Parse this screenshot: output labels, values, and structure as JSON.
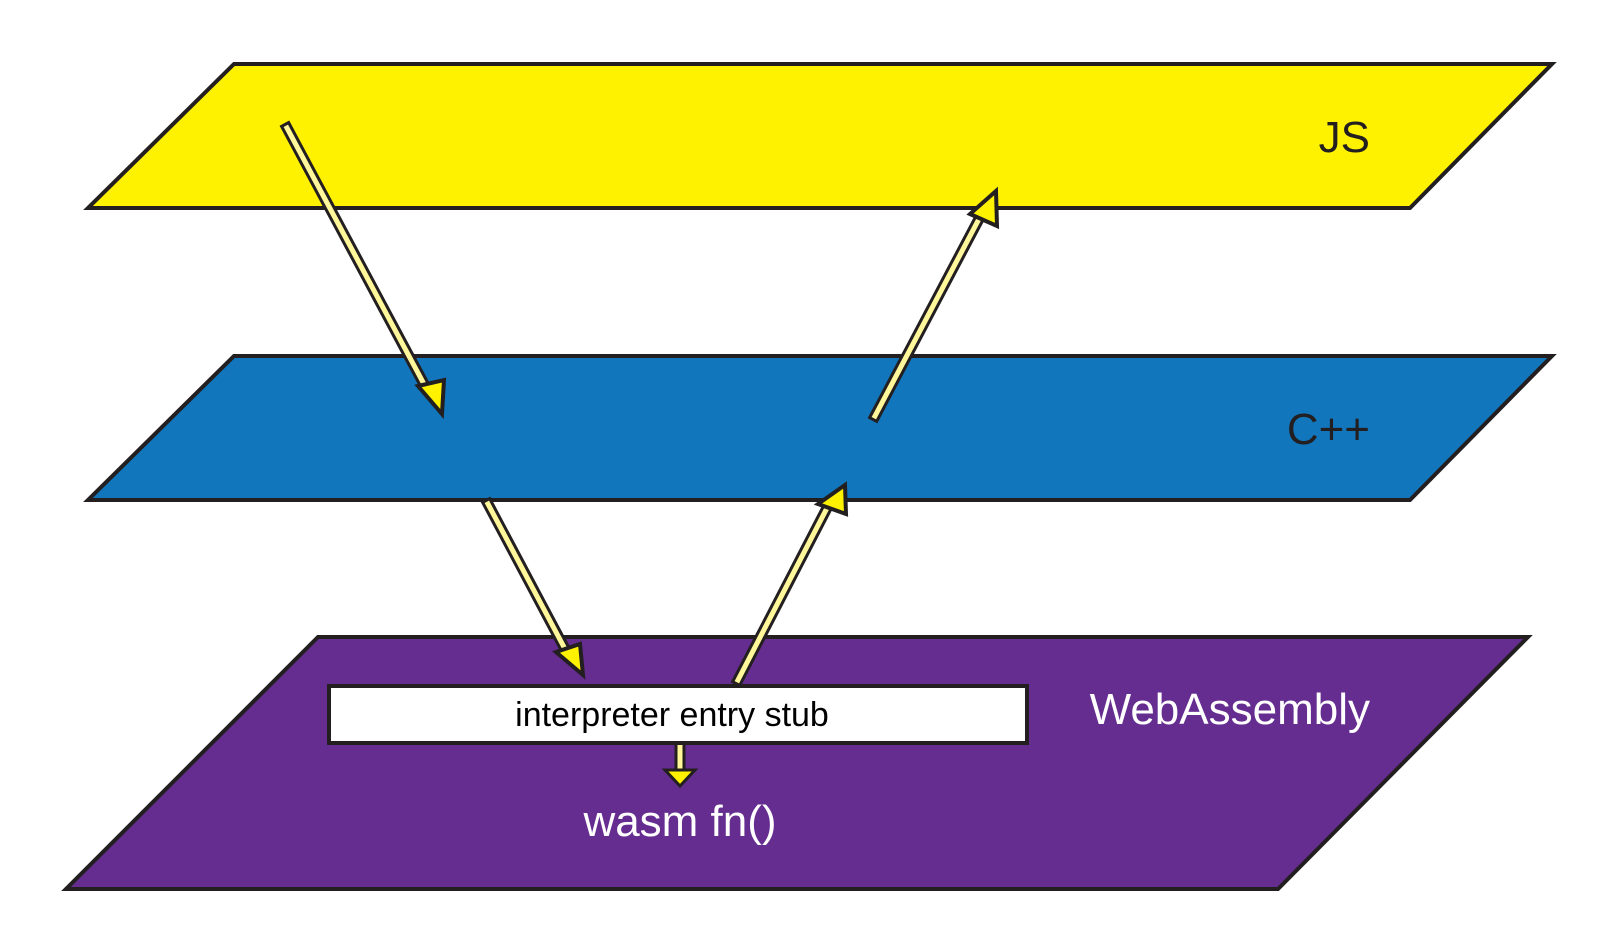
{
  "layers": {
    "js": {
      "label": "JS",
      "fill": "#fff200",
      "text_color": "#231f20"
    },
    "cpp": {
      "label": "C++",
      "fill": "#1176bc",
      "text_color": "#231f20"
    },
    "wasm": {
      "label": "WebAssembly",
      "fill": "#652d90",
      "text_color": "#ffffff"
    }
  },
  "stub": {
    "label": "interpreter entry stub",
    "fill": "#ffffff",
    "text_color": "#000000"
  },
  "function": {
    "label": "wasm fn()",
    "text_color": "#ffffff"
  },
  "colors": {
    "arrow_fill": "#fff799",
    "arrow_head": "#fff200",
    "outline": "#231f20"
  },
  "arrows": [
    {
      "name": "js-to-cpp-arrow",
      "from": "JS",
      "to": "C++"
    },
    {
      "name": "cpp-to-wasm-arrow",
      "from": "C++",
      "to": "WebAssembly"
    },
    {
      "name": "wasm-to-cpp-arrow",
      "from": "WebAssembly",
      "to": "C++"
    },
    {
      "name": "cpp-to-js-arrow",
      "from": "C++",
      "to": "JS"
    },
    {
      "name": "stub-to-fn-arrow",
      "from": "interpreter entry stub",
      "to": "wasm fn()"
    }
  ]
}
